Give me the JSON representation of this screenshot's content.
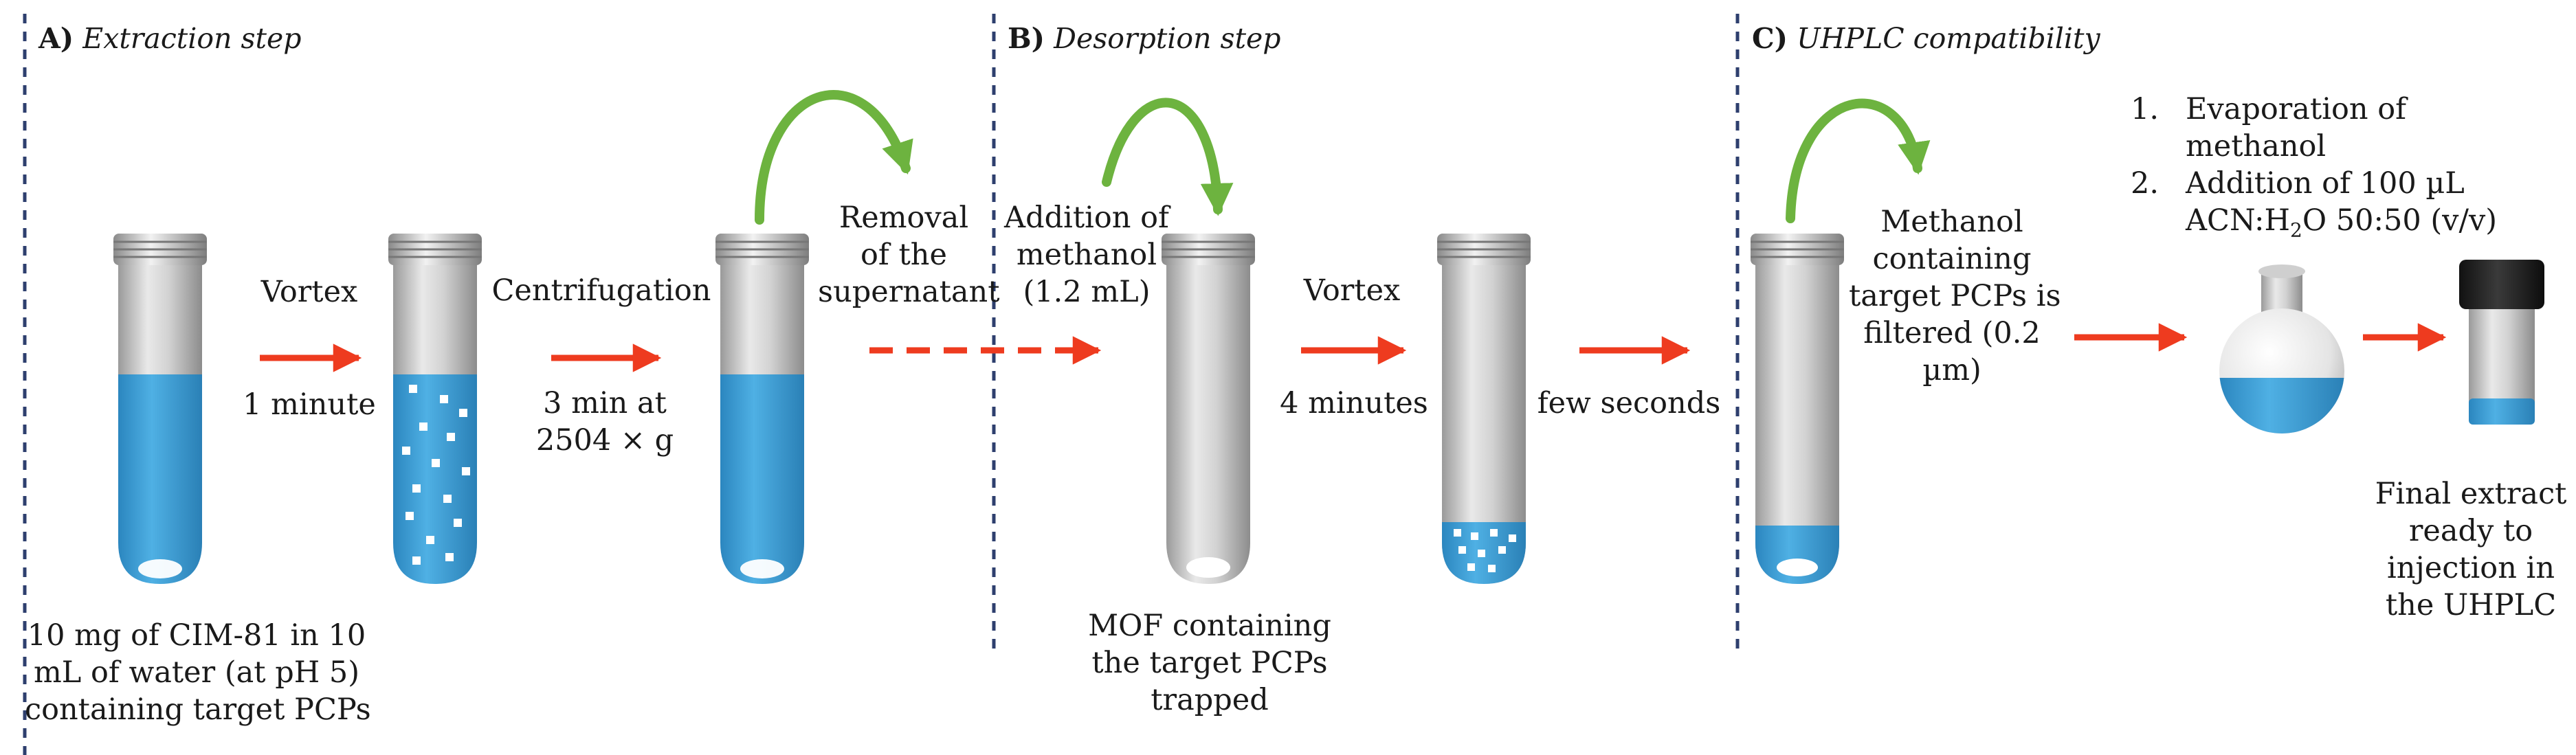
{
  "sections": {
    "a": {
      "letter": "A)",
      "title": "Extraction step"
    },
    "b": {
      "letter": "B)",
      "title": "Desorption step"
    },
    "c": {
      "letter": "C)",
      "title": "UHPLC compatibility"
    }
  },
  "labels": {
    "vortex1_top": "Vortex",
    "vortex1_bottom": "1 minute",
    "centrifugation_top": "Centrifugation",
    "centrifugation_bottom": [
      "3 min at",
      "2504 × g"
    ],
    "removal": [
      "Removal",
      "of the",
      "supernatant"
    ],
    "addition": [
      "Addition of",
      "methanol",
      "(1.2 mL)"
    ],
    "vortex2_top": "Vortex",
    "vortex2_bottom": "4 minutes",
    "few_seconds": "few seconds",
    "methanol_filtered": [
      "Methanol",
      "containing",
      "target PCPs is",
      "filtered (0.2",
      "µm)"
    ],
    "sample_caption": [
      "10 mg of CIM-81 in 10",
      "mL of water (at pH 5)",
      "containing target PCPs"
    ],
    "mof_caption": [
      "MOF containing",
      "the target PCPs",
      "trapped"
    ],
    "final_caption": [
      "Final extract",
      "ready to",
      "injection in",
      "the UHPLC"
    ]
  },
  "steps": [
    {
      "num": "1.",
      "lines": [
        "Evaporation of",
        "methanol"
      ]
    },
    {
      "num": "2.",
      "lines": [
        "Addition of 100 µL"
      ],
      "solvent": {
        "a": "ACN:H",
        "sub": "2",
        "b": "O 50:50 (v/v)"
      }
    }
  ],
  "colors": {
    "liquid": "#3ea1d9",
    "arrow": "#ee3b1f",
    "curve": "#6db33f",
    "divider": "#2e3f6e",
    "tube": "#d8d8d8"
  }
}
